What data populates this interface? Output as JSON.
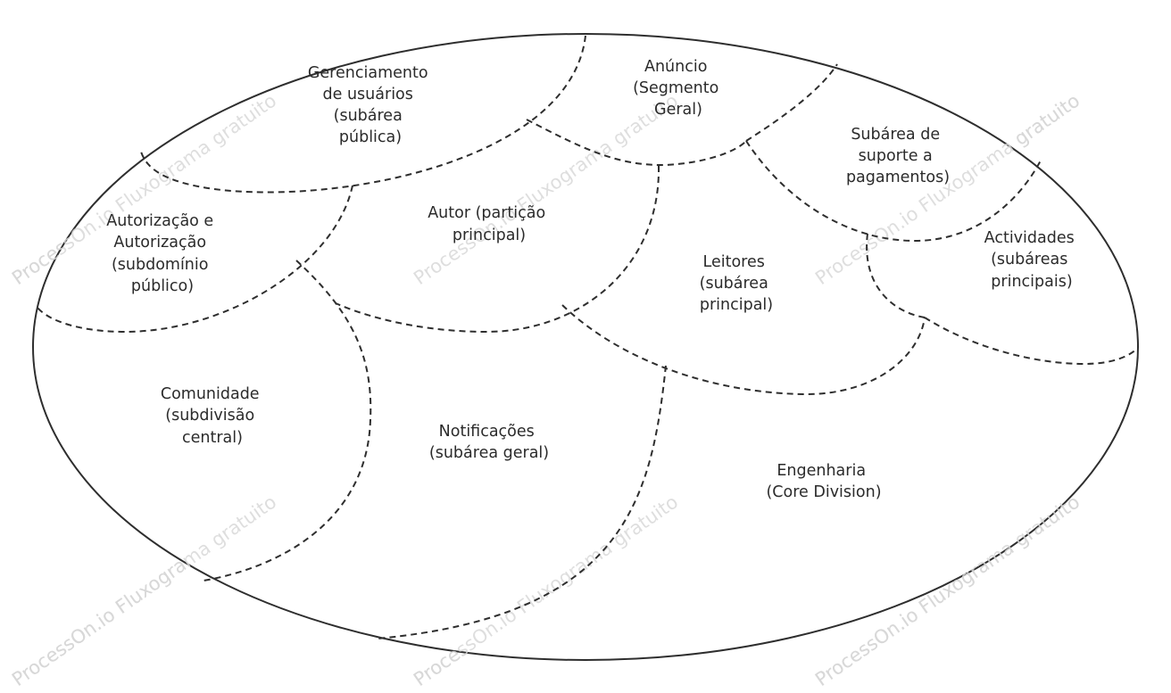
{
  "watermark": "ProcessOn.io Fluxograma gratuito",
  "regions": [
    {
      "id": "user-management",
      "lines": [
        "Gerenciamento",
        "de usuários",
        "(subárea",
        "pública)"
      ]
    },
    {
      "id": "announcement",
      "lines": [
        "Anúncio",
        "(Segmento",
        "Geral)"
      ]
    },
    {
      "id": "payment-support",
      "lines": [
        "Subárea de",
        "suporte a",
        "pagamentos)"
      ]
    },
    {
      "id": "authorization",
      "lines": [
        "Autorização e",
        "Autorização",
        "(subdomínio",
        "público)"
      ]
    },
    {
      "id": "author",
      "lines": [
        "Autor (partição",
        "principal)"
      ]
    },
    {
      "id": "readers",
      "lines": [
        "Leitores",
        "(subárea",
        "principal)"
      ]
    },
    {
      "id": "activities",
      "lines": [
        "Actividades",
        "(subáreas",
        "principais)"
      ]
    },
    {
      "id": "community",
      "lines": [
        "Comunidade",
        "(subdivisão",
        "central)"
      ]
    },
    {
      "id": "notifications",
      "lines": [
        "Notificações",
        "(subárea geral)"
      ]
    },
    {
      "id": "engineering",
      "lines": [
        "Engenharia",
        "(Core Division)"
      ]
    }
  ]
}
